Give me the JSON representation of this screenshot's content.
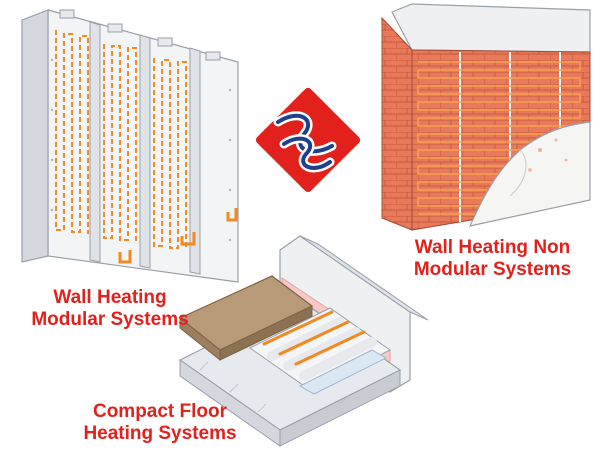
{
  "labels": {
    "wall_modular": [
      "Wall Heating",
      "Modular Systems"
    ],
    "wall_non_modular": [
      "Wall Heating Non",
      "Modular Systems"
    ],
    "compact_floor": [
      "Compact Floor",
      "Heating Systems"
    ]
  },
  "colors": {
    "label_red": "#e3211c",
    "pipe_orange": "#f08a24",
    "brick": "#e8795a",
    "board_brown": "#b89a78",
    "logo_blue": "#1f3f8f",
    "logo_red": "#e3211c"
  },
  "icons": [
    "wall-panel-illustration",
    "brand-logo-icon",
    "brick-wall-illustration",
    "floor-section-illustration"
  ]
}
